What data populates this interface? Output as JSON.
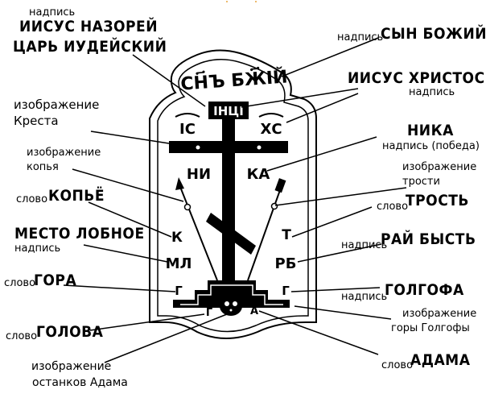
{
  "plaque": {
    "top_inscription": "СН҃Ъ БЖ҃ІЙ",
    "titulus": "ІНЦІ",
    "ic": "ІС",
    "xc": "ХС",
    "ni": "НИ",
    "ka": "КА",
    "k": "К",
    "t": "Т",
    "ml": "МЛ",
    "rb": "РБ",
    "g_left": "Г",
    "g_right": "Г",
    "g_bottom": "Г",
    "a_bottom": "А"
  },
  "labels": {
    "inri_caption": "надпись",
    "inri_line1": "ИИСУС НАЗОРЕЙ",
    "inri_line2": "ЦАРЬ ИУДЕЙСКИЙ",
    "son_caption": "надпись",
    "son_text": "СЫН БОЖИЙ",
    "cross_line1": "изображение",
    "cross_line2": "Креста",
    "ihs_text": "ИИСУС ХРИСТОС",
    "ihs_caption": "надпись",
    "nika_text": "НИКА",
    "nika_caption": "надпись (победа)",
    "spear_line1": "изображение",
    "spear_line2": "копья",
    "reed_line1": "изображение",
    "reed_line2": "трости",
    "spear_word_caption": "слово",
    "spear_word": "КОПЬЁ",
    "reed_word_caption": "слово",
    "reed_word": "ТРОСТЬ",
    "place_text": "МЕСТО ЛОБНОЕ",
    "place_caption": "надпись",
    "paradise_caption": "надпись",
    "paradise_text": "РАЙ БЫСТЬ",
    "mountain_caption": "слово",
    "mountain_word": "ГОРА",
    "golgotha_caption": "надпись",
    "golgotha_text": "ГОЛГОФА",
    "hill_line1": "изображение",
    "hill_line2": "горы Голгофы",
    "head_caption": "слово",
    "head_word": "ГОЛОВА",
    "adam_caption": "слово",
    "adam_word": "АДАМА",
    "remains_line1": "изображение",
    "remains_line2": "останков Адама"
  }
}
